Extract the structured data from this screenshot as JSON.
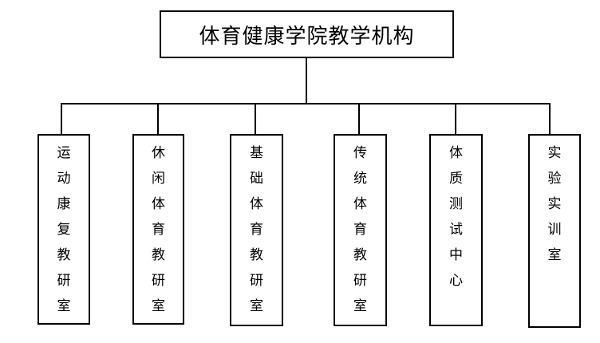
{
  "title": "体育健康学院教学机构",
  "units": [
    {
      "name": "运动康复教研室"
    },
    {
      "name": "休闲体育教研室"
    },
    {
      "name": "基础体育教研室"
    },
    {
      "name": "传统体育教研室"
    },
    {
      "name": "体质测试中心"
    },
    {
      "name": "实验实训室"
    }
  ]
}
